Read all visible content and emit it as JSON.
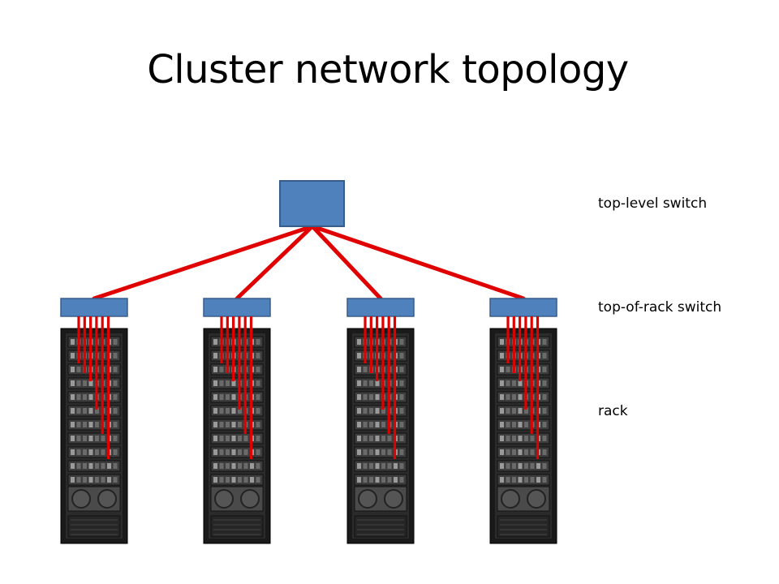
{
  "slide": {
    "title": "Cluster network topology"
  },
  "legend": {
    "top_level": "top-level switch",
    "top_of_rack": "top-of-rack switch",
    "rack": "rack"
  },
  "diagram": {
    "rack_count": 4,
    "links_per_rack": 6,
    "colors": {
      "switch_fill": "#4f81bd",
      "switch_stroke": "#385d8a",
      "link": "#e00000",
      "rack_body": "#1a1a1a"
    }
  }
}
